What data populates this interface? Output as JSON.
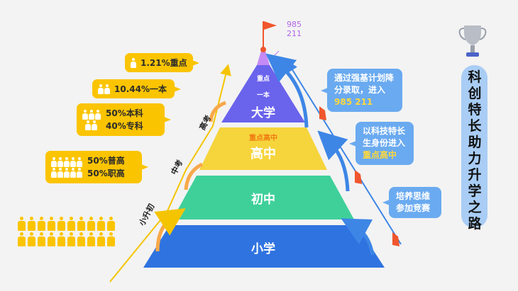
{
  "title": "科创特长助力升学之路",
  "peak_label": {
    "line1": "985",
    "line2": "211"
  },
  "levels": {
    "university": {
      "sub1": "重点",
      "sub2": "一本",
      "main": "大学"
    },
    "high": {
      "sub": "重点高中",
      "main": "高中"
    },
    "middle": {
      "main": "初中"
    },
    "primary": {
      "main": "小学"
    }
  },
  "transitions": [
    "小升初",
    "中考",
    "高考"
  ],
  "stats": [
    {
      "lines": [
        "1.21%重点"
      ],
      "people": 1
    },
    {
      "lines": [
        "10.44%一本"
      ],
      "people": 2
    },
    {
      "lines": [
        "50%本科",
        "40%专科"
      ],
      "people": 5
    },
    {
      "lines": [
        "50%普高",
        "50%职高"
      ],
      "people": 10
    }
  ],
  "paths": [
    {
      "text": "通过强基计划降分录取，进入",
      "highlight": "985 211"
    },
    {
      "text": "以科技特长生身份进入",
      "highlight": "重点高中"
    },
    {
      "text": "培养思维参加竞赛",
      "highlight": ""
    }
  ],
  "colors": {
    "accent": "#fbc400",
    "university": "#6a63ec",
    "high": "#f6d43c",
    "middle": "#3fd09a",
    "primary": "#2f73e0",
    "tip": "#c58af5",
    "rocket": "#f0562d"
  }
}
